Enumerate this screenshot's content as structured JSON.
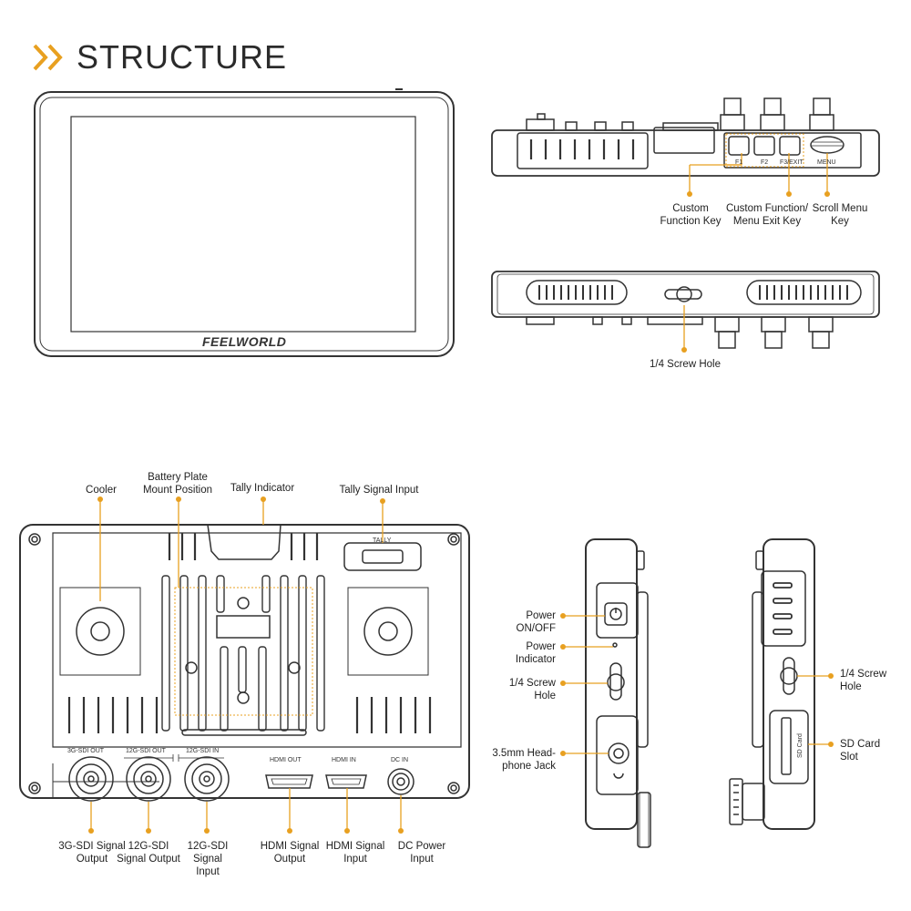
{
  "header": {
    "title": "STRUCTURE",
    "accent": "#e8a020"
  },
  "front": {
    "brand": "FEELWORLD"
  },
  "top_view": {
    "keys": [
      "F1",
      "F2",
      "F3/EXIT",
      "MENU"
    ],
    "labels": {
      "custom_key": "Custom\nFunction Key",
      "custom_exit": "Custom Function/\nMenu Exit Key",
      "scroll": "Scroll Menu\nKey"
    }
  },
  "bottom_view": {
    "screw": "1/4 Screw Hole"
  },
  "back_view": {
    "labels": {
      "cooler": "Cooler",
      "battery": "Battery Plate\nMount Position",
      "tally_ind": "Tally Indicator",
      "tally_in": "Tally Signal Input"
    },
    "tally_text": "TALLY",
    "ports": [
      "3G-SDI OUT",
      "12G-SDI OUT",
      "12G-SDI IN",
      "HDMI OUT",
      "HDMI IN",
      "DC IN"
    ],
    "port_labels": [
      "3G-SDI Signal\nOutput",
      "12G-SDI\nSignal Output",
      "12G-SDI\nSignal Input",
      "HDMI Signal\nOutput",
      "HDMI  Signal\nInput",
      "DC Power\nInput"
    ]
  },
  "left_side": {
    "power_on": "Power\nON/OFF",
    "power_ind": "Power\nIndicator",
    "screw": "1/4 Screw\nHole",
    "jack": "3.5mm Head-\nphone Jack"
  },
  "right_side": {
    "screw": "1/4 Screw\nHole",
    "sd": "SD Card\nSlot",
    "sd_text": "SD Card"
  }
}
